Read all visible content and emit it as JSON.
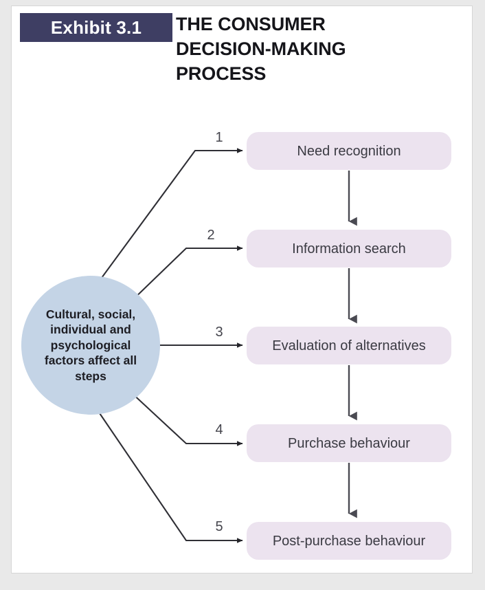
{
  "header": {
    "badge_label": "Exhibit 3.1",
    "badge_color": "#3e3e63",
    "title_lines": [
      "THE CONSUMER",
      "DECISION-MAKING",
      "PROCESS"
    ],
    "title_text": "THE CONSUMER DECISION-MAKING PROCESS"
  },
  "diagram": {
    "type": "flowchart",
    "influences_node": {
      "label": "Cultural, social, individual and psychological factors affect all steps",
      "shape": "circle",
      "fill_color": "#c4d4e6"
    },
    "box_fill_color": "#ece3ef",
    "arrow_color": "#303036",
    "steps": [
      {
        "number": "1",
        "label": "Need recognition"
      },
      {
        "number": "2",
        "label": "Information search"
      },
      {
        "number": "3",
        "label": "Evaluation of alternatives"
      },
      {
        "number": "4",
        "label": "Purchase behaviour"
      },
      {
        "number": "5",
        "label": "Post-purchase behaviour"
      }
    ]
  }
}
